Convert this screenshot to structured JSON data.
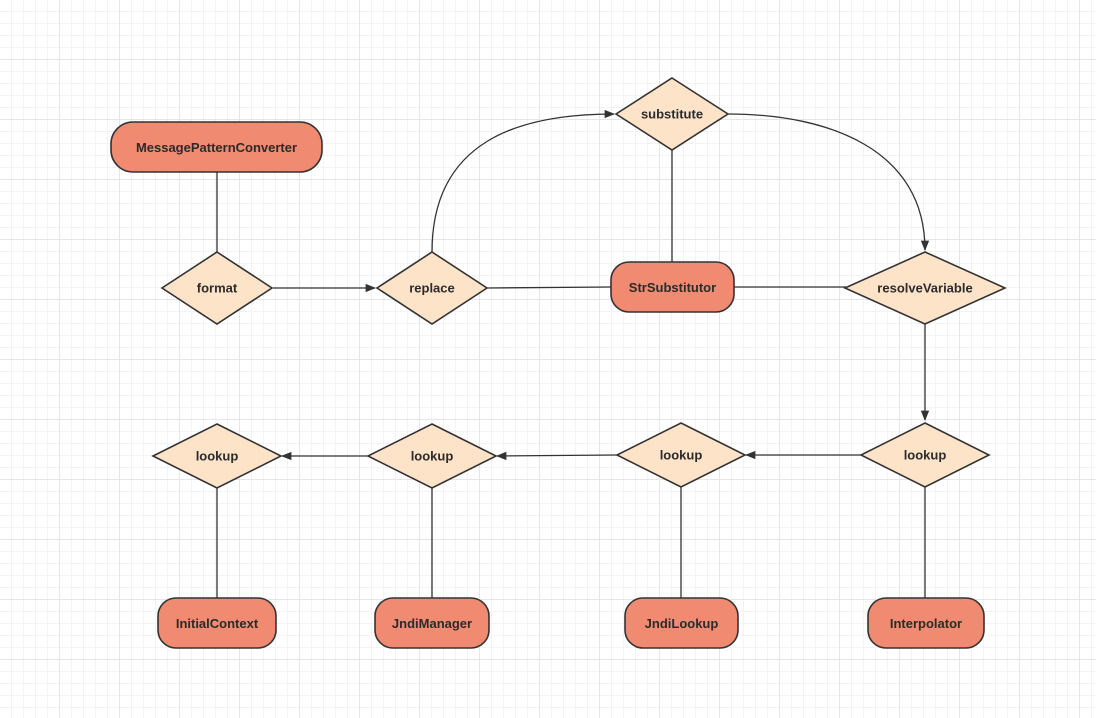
{
  "colors": {
    "process_fill": "#f08a70",
    "decision_fill": "#fde3c8",
    "stroke": "#333333"
  },
  "nodes": {
    "message_pattern_converter": "MessagePatternConverter",
    "format": "format",
    "replace": "replace",
    "substitute": "substitute",
    "str_substitutor": "StrSubstitutor",
    "resolve_variable": "resolveVariable",
    "lookup_interpolator": "lookup",
    "lookup_jndi_lookup": "lookup",
    "lookup_jndi_manager": "lookup",
    "lookup_initial_context": "lookup",
    "interpolator": "Interpolator",
    "jndi_lookup": "JndiLookup",
    "jndi_manager": "JndiManager",
    "initial_context": "InitialContext"
  }
}
